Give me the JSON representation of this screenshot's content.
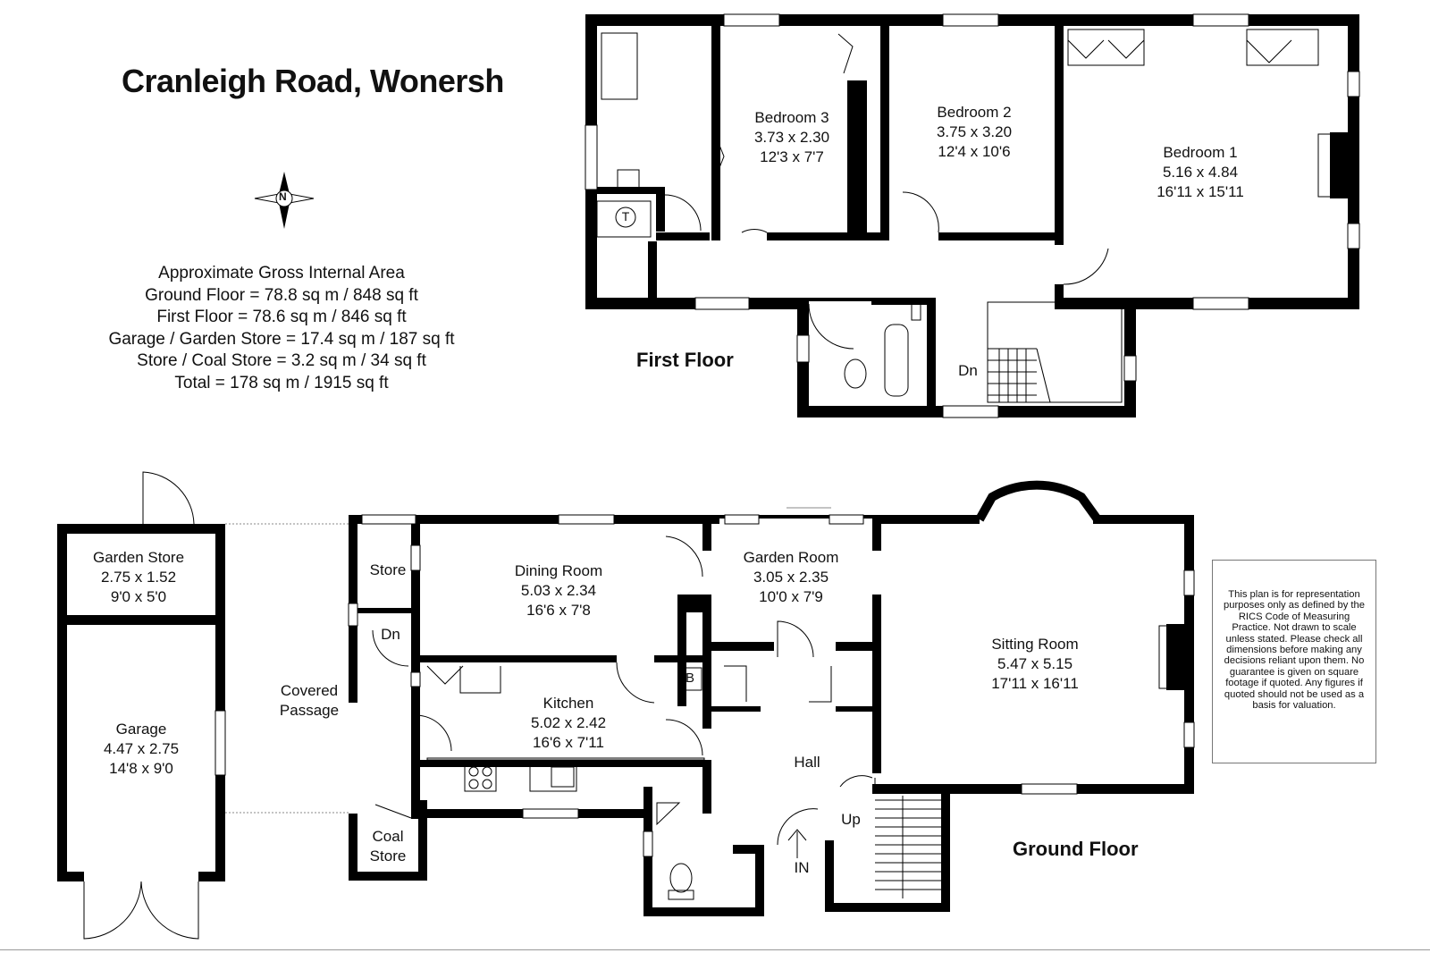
{
  "title": "Cranleigh Road, Wonersh",
  "area": {
    "heading": "Approximate Gross Internal Area",
    "lines": [
      "Ground Floor = 78.8 sq m / 848 sq ft",
      "First Floor = 78.6 sq m / 846 sq ft",
      "Garage / Garden Store = 17.4 sq m / 187 sq ft",
      "Store / Coal Store = 3.2 sq m / 34 sq ft",
      "Total = 178 sq m / 1915 sq ft"
    ]
  },
  "compass_letter": "N",
  "floors": {
    "first": "First Floor",
    "ground": "Ground Floor"
  },
  "rooms": {
    "bedroom3": {
      "name": "Bedroom 3",
      "metric": "3.73 x 2.30",
      "imperial": "12'3 x 7'7"
    },
    "bedroom2": {
      "name": "Bedroom 2",
      "metric": "3.75 x 3.20",
      "imperial": "12'4 x 10'6"
    },
    "bedroom1": {
      "name": "Bedroom 1",
      "metric": "5.16 x 4.84",
      "imperial": "16'11 x 15'11"
    },
    "garden_store": {
      "name": "Garden Store",
      "metric": "2.75 x 1.52",
      "imperial": "9'0 x 5'0"
    },
    "garage": {
      "name": "Garage",
      "metric": "4.47 x 2.75",
      "imperial": "14'8 x 9'0"
    },
    "dining": {
      "name": "Dining Room",
      "metric": "5.03 x 2.34",
      "imperial": "16'6 x 7'8"
    },
    "garden_room": {
      "name": "Garden Room",
      "metric": "3.05 x 2.35",
      "imperial": "10'0 x 7'9"
    },
    "sitting": {
      "name": "Sitting Room",
      "metric": "5.47 x 5.15",
      "imperial": "17'11 x 16'11"
    },
    "kitchen": {
      "name": "Kitchen",
      "metric": "5.02 x 2.42",
      "imperial": "16'6 x 7'11"
    }
  },
  "labels": {
    "dn_first": "Dn",
    "store": "Store",
    "dn_ground": "Dn",
    "covered_1": "Covered",
    "covered_2": "Passage",
    "boiler": "B",
    "hall": "Hall",
    "up": "Up",
    "in": "IN",
    "coal_1": "Coal",
    "coal_2": "Store",
    "tank": "T"
  },
  "disclaimer": "This plan is for representation purposes only as defined by the RICS Code of Measuring Practice. Not drawn to scale unless stated. Please check all dimensions before making any decisions reliant upon them. No guarantee is given on square footage if quoted. Any figures if quoted should not be used as a basis for valuation."
}
